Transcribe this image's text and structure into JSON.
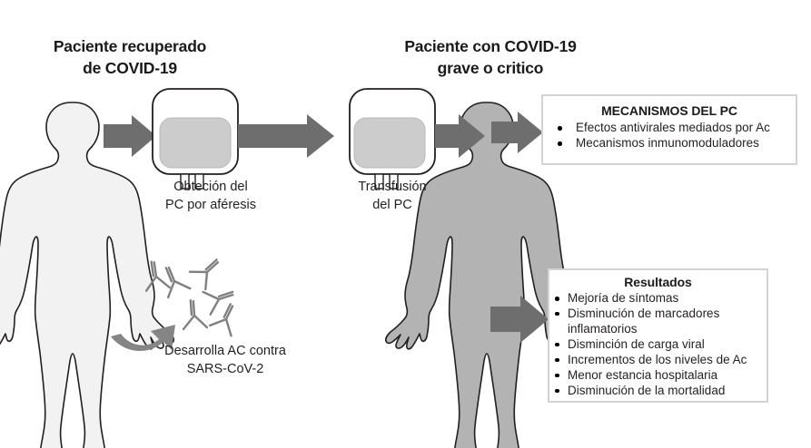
{
  "diagram": {
    "title_left": "Paciente recuperado\nde COVID-19",
    "title_right": "Paciente con COVID-19\ngrave o critico",
    "label_bag1": "Obteción del\nPC por aféresis",
    "label_bag2": "Transfusión\ndel PC",
    "label_antibody": "Desarrolla AC contra\nSARS-CoV-2"
  },
  "mechanisms_box": {
    "title": "MECANISMOS DEL PC",
    "items": [
      "Efectos antivirales mediados por Ac",
      "Mecanismos inmunomoduladores"
    ]
  },
  "results_box": {
    "title": "Resultados",
    "items": [
      "Mejoría de síntomas",
      "Disminución de marcadores",
      "inflamatorios",
      "Disminción de carga viral",
      "Incrementos de los niveles de Ac",
      "Menor estancia hospitalaria",
      "Disminución de la mortalidad"
    ]
  },
  "icons": {
    "body_recovered": "human-body-silhouette-light",
    "body_severe": "human-body-silhouette-gray",
    "bag_collection": "blood-bag-icon",
    "bag_transfusion": "blood-bag-icon",
    "antibodies": "antibody-y-symbol",
    "arrow_straight": "arrow-right-icon",
    "arrow_curved": "curved-arrow-icon"
  },
  "colors": {
    "arrow_gray": "#6E6E6E",
    "body_light_fill": "#F2F2F2",
    "body_gray_fill": "#B3B3B3",
    "bag_inner_fill": "#CCCCCC",
    "outline": "#231F20",
    "box_border": "#D4D2D2",
    "text": "#231F20",
    "antibody_stroke": "#808080"
  }
}
